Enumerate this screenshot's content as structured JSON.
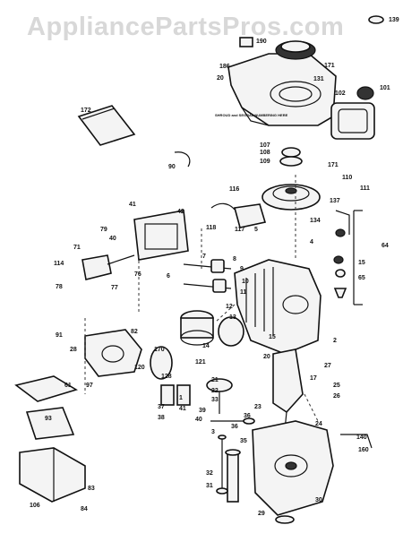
{
  "watermark": "AppliancePartsPros.com",
  "note": "SHROUD and SEGRAL NUMBERING HERE",
  "callouts": [
    "139",
    "190",
    "171",
    "131",
    "20",
    "186",
    "172",
    "101",
    "102",
    "90",
    "107",
    "108",
    "109",
    "110",
    "111",
    "171",
    "137",
    "116",
    "118",
    "117",
    "134",
    "41",
    "42",
    "79",
    "40",
    "71",
    "114",
    "78",
    "77",
    "76",
    "4",
    "5",
    "6",
    "7",
    "8",
    "9",
    "10",
    "11",
    "12",
    "13",
    "14",
    "15",
    "65",
    "64",
    "82",
    "170",
    "128",
    "120",
    "121",
    "28",
    "91",
    "61",
    "97",
    "20",
    "17",
    "21",
    "22",
    "33",
    "23",
    "24",
    "25",
    "26",
    "27",
    "15",
    "2",
    "1",
    "41",
    "39",
    "40",
    "38",
    "37",
    "36",
    "3",
    "36",
    "35",
    "32",
    "31",
    "30",
    "29",
    "140",
    "160",
    "106",
    "84",
    "93",
    "83"
  ],
  "colors": {
    "ink": "#111111",
    "paper": "#ffffff",
    "watermark": "#d8d8d8"
  }
}
